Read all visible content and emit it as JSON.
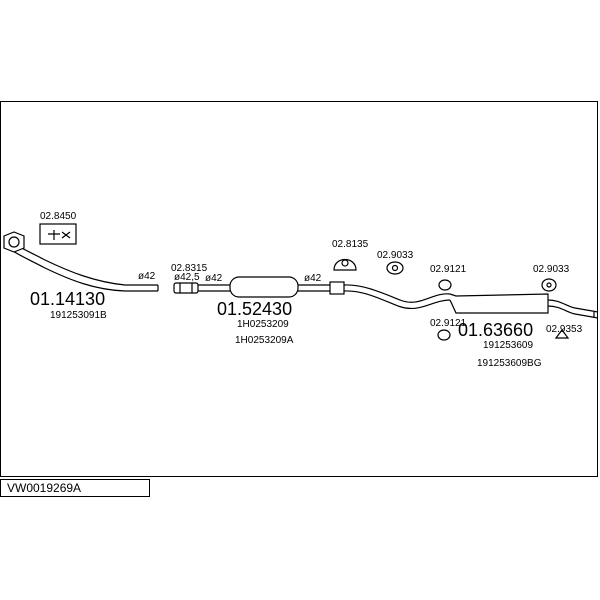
{
  "diagram": {
    "model_code": "VW0019269A",
    "parts": [
      {
        "number": "01.14130",
        "ref": "191253091B"
      },
      {
        "number": "01.52430",
        "refs": [
          "1H0253209",
          "1H0253209A"
        ]
      },
      {
        "number": "01.63660",
        "refs": [
          "191253609",
          "191253609BG"
        ]
      }
    ],
    "accessories": {
      "clamp_box": "02.8450",
      "sleeve": "02.8315",
      "hanger_a": "02.8135",
      "hanger_b_top": "02.9033",
      "bracket_left": "02.9121",
      "bracket_bottom": "02.9121",
      "hanger_b_right": "02.9033",
      "hanger_c": "02.9353"
    },
    "diameters": {
      "d1": "ø42",
      "d2": "ø42,5",
      "d3": "ø42",
      "d4": "ø42"
    }
  }
}
